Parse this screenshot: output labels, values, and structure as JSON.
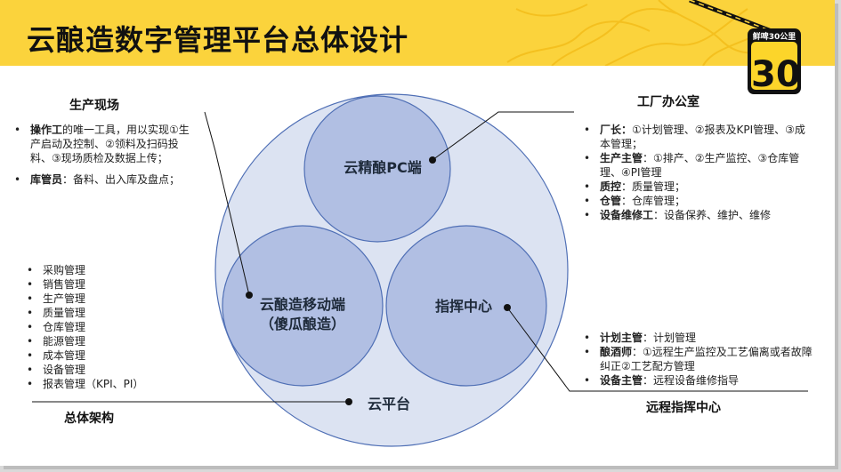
{
  "title": "云酿造数字管理平台总体设计",
  "logo": {
    "top_text": "鲜啤30公里",
    "number": "30"
  },
  "sections": {
    "production_site": {
      "title": "生产现场",
      "items": [
        {
          "bold": "操作工",
          "text": "的唯一工具，用以实现①生产启动及控制、②领料及扫码投料、③现场质检及数据上传；"
        },
        {
          "bold": "库管员",
          "text": "：备料、出入库及盘点；"
        }
      ]
    },
    "overall_architecture": {
      "title": "总体架构",
      "items": [
        "采购管理",
        "销售管理",
        "生产管理",
        "质量管理",
        "仓库管理",
        "能源管理",
        "成本管理",
        "设备管理",
        "报表管理（KPI、PI）"
      ]
    },
    "factory_office": {
      "title": "工厂办公室",
      "items": [
        {
          "bold": "厂长：",
          "text": "①计划管理、②报表及KPI管理、③成本管理；"
        },
        {
          "bold": "生产主管",
          "text": "：①排产、②生产监控、③仓库管理、④PI管理"
        },
        {
          "bold": "质控",
          "text": "：质量管理；"
        },
        {
          "bold": "仓管",
          "text": "：仓库管理；"
        },
        {
          "bold": "设备维修工",
          "text": "：设备保养、维护、维修"
        }
      ]
    },
    "remote_command": {
      "title": "远程指挥中心",
      "items": [
        {
          "bold": "计划主管",
          "text": "：计划管理"
        },
        {
          "bold": "酿酒师",
          "text": "：①远程生产监控及工艺偏离或者故障纠正②工艺配方管理"
        },
        {
          "bold": "设备主管",
          "text": "：远程设备维修指导"
        }
      ]
    }
  },
  "circles": {
    "pc": "云精酿PC端",
    "mobile_line1": "云酿造移动端",
    "mobile_line2": "（傻瓜酿造）",
    "command": "指挥中心",
    "platform": "云平台"
  },
  "colors": {
    "header": "#fbd33c",
    "outer_circle": "#dce3f2",
    "inner_circle": "#a9b9e0",
    "circle_stroke": "#4f6fb5"
  }
}
